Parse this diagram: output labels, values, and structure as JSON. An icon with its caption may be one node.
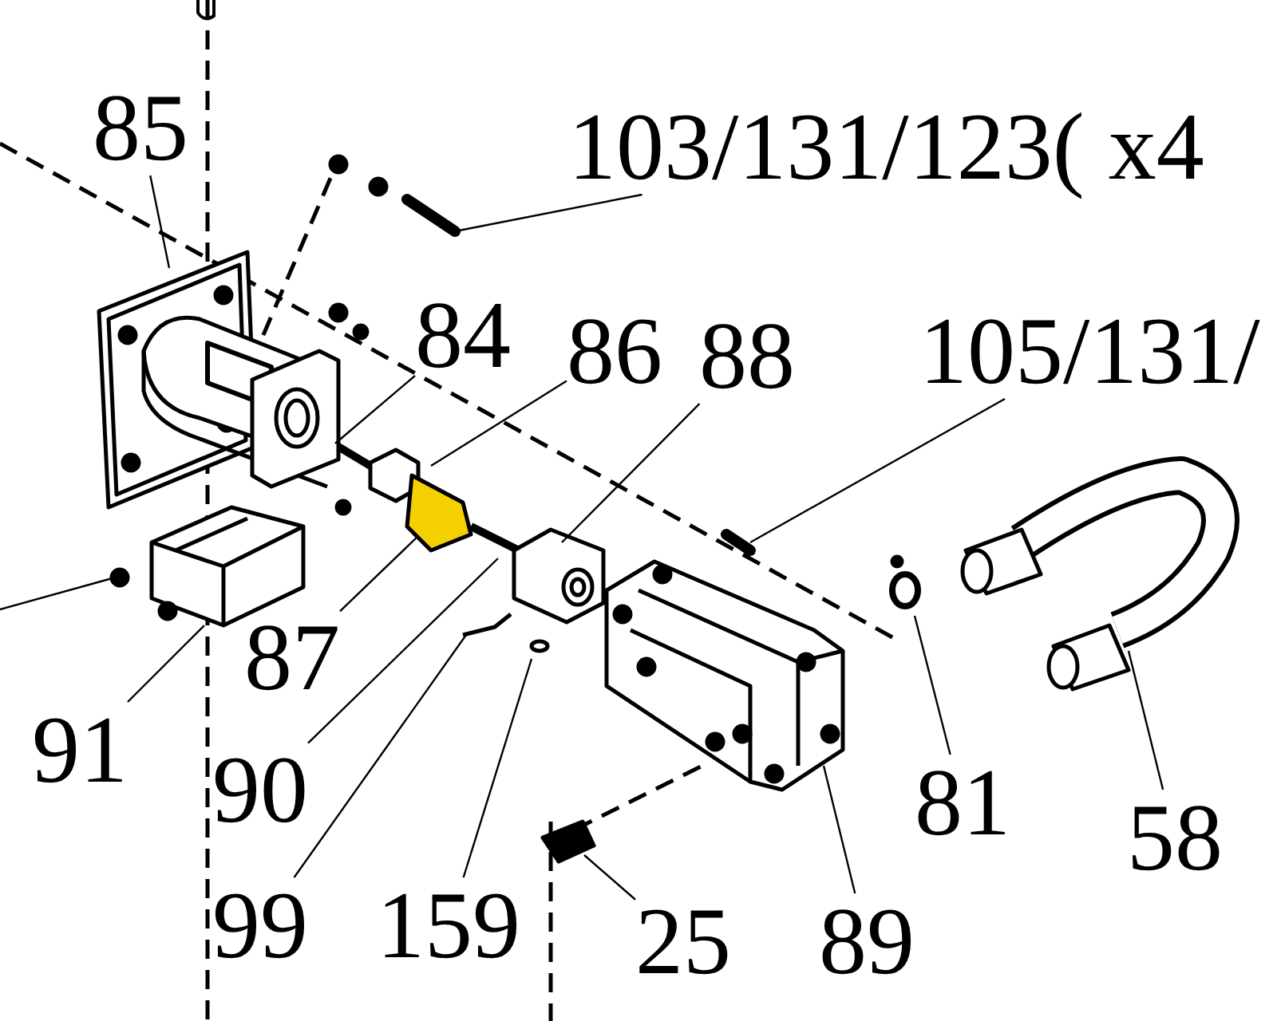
{
  "diagram": {
    "nodes": [
      {
        "text": [
          "85"
        ]
      },
      {
        "text": [
          "103/131/123( x4"
        ]
      },
      {
        "text": [
          "84"
        ]
      },
      {
        "text": [
          "86"
        ]
      },
      {
        "text": [
          "88"
        ]
      },
      {
        "text": [
          "105/131/"
        ]
      },
      {
        "text": [
          "87"
        ]
      },
      {
        "text": [
          "91"
        ]
      },
      {
        "text": [
          "90"
        ]
      },
      {
        "text": [
          "99"
        ]
      },
      {
        "text": [
          "159"
        ]
      },
      {
        "text": [
          "25"
        ]
      },
      {
        "text": [
          "89"
        ]
      },
      {
        "text": [
          "81"
        ]
      },
      {
        "text": [
          "58"
        ]
      }
    ],
    "edges": [
      {
        "from": 0,
        "to": null,
        "arrow": "none"
      },
      {
        "from": 1,
        "to": null,
        "arrow": "none"
      },
      {
        "from": 2,
        "to": null,
        "arrow": "none"
      },
      {
        "from": 3,
        "to": null,
        "arrow": "none"
      },
      {
        "from": 4,
        "to": null,
        "arrow": "none"
      },
      {
        "from": 5,
        "to": null,
        "arrow": "none"
      },
      {
        "from": 6,
        "to": null,
        "arrow": "none"
      },
      {
        "from": 7,
        "to": null,
        "arrow": "none"
      },
      {
        "from": 8,
        "to": null,
        "arrow": "none"
      },
      {
        "from": 9,
        "to": null,
        "arrow": "none"
      },
      {
        "from": 10,
        "to": null,
        "arrow": "none"
      },
      {
        "from": 11,
        "to": null,
        "arrow": "none"
      },
      {
        "from": 12,
        "to": null,
        "arrow": "none"
      },
      {
        "from": 13,
        "to": null,
        "arrow": "none"
      },
      {
        "from": 14,
        "to": null,
        "arrow": "none"
      }
    ]
  }
}
